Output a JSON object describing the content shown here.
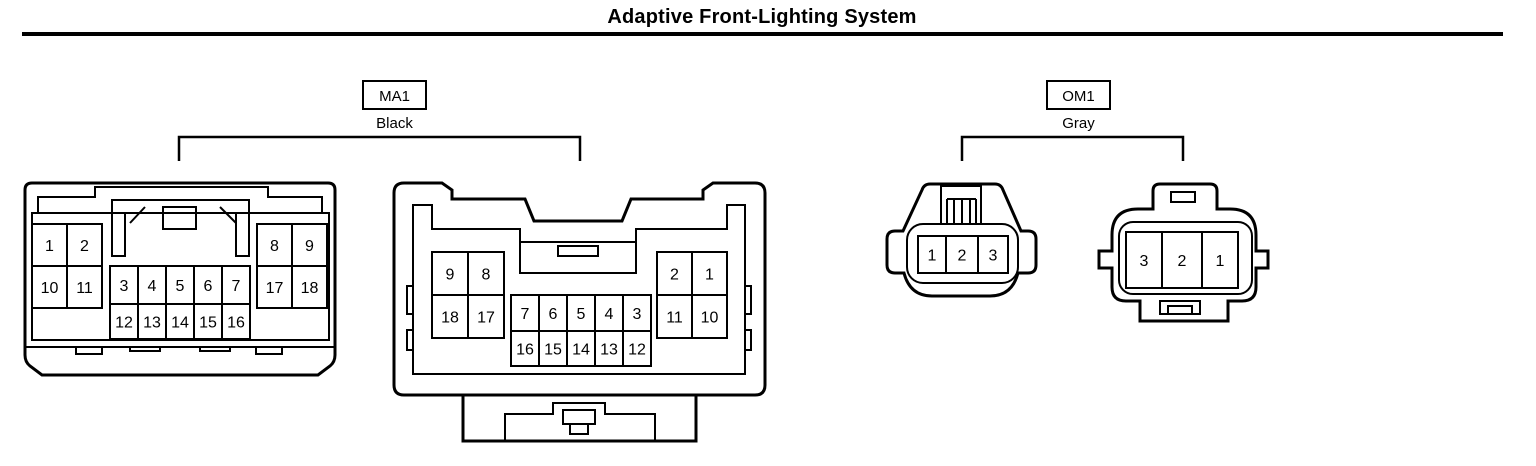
{
  "title": "Adaptive Front-Lighting System",
  "connectors": [
    {
      "id": "MA1",
      "color": "Black",
      "views": [
        {
          "pins": [
            {
              "num": "1"
            },
            {
              "num": "2"
            },
            {
              "num": "10"
            },
            {
              "num": "11"
            },
            {
              "num": "3"
            },
            {
              "num": "4"
            },
            {
              "num": "5"
            },
            {
              "num": "6"
            },
            {
              "num": "7"
            },
            {
              "num": "12"
            },
            {
              "num": "13"
            },
            {
              "num": "14"
            },
            {
              "num": "15"
            },
            {
              "num": "16"
            },
            {
              "num": "8"
            },
            {
              "num": "9"
            },
            {
              "num": "17"
            },
            {
              "num": "18"
            }
          ]
        },
        {
          "pins": [
            {
              "num": "9"
            },
            {
              "num": "8"
            },
            {
              "num": "18"
            },
            {
              "num": "17"
            },
            {
              "num": "7"
            },
            {
              "num": "6"
            },
            {
              "num": "5"
            },
            {
              "num": "4"
            },
            {
              "num": "3"
            },
            {
              "num": "16"
            },
            {
              "num": "15"
            },
            {
              "num": "14"
            },
            {
              "num": "13"
            },
            {
              "num": "12"
            },
            {
              "num": "2"
            },
            {
              "num": "1"
            },
            {
              "num": "11"
            },
            {
              "num": "10"
            }
          ]
        }
      ]
    },
    {
      "id": "OM1",
      "color": "Gray",
      "views": [
        {
          "pins": [
            {
              "num": "1"
            },
            {
              "num": "2"
            },
            {
              "num": "3"
            }
          ]
        },
        {
          "pins": [
            {
              "num": "3"
            },
            {
              "num": "2"
            },
            {
              "num": "1"
            }
          ]
        }
      ]
    }
  ]
}
